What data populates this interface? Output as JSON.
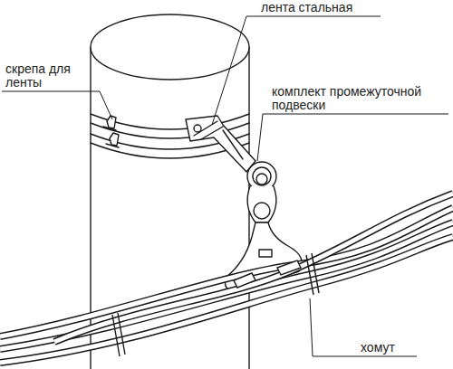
{
  "diagram": {
    "labels": [
      "лента стальная",
      "скрепа для ленты",
      "комплект промежуточной подвески",
      "хомут"
    ]
  }
}
